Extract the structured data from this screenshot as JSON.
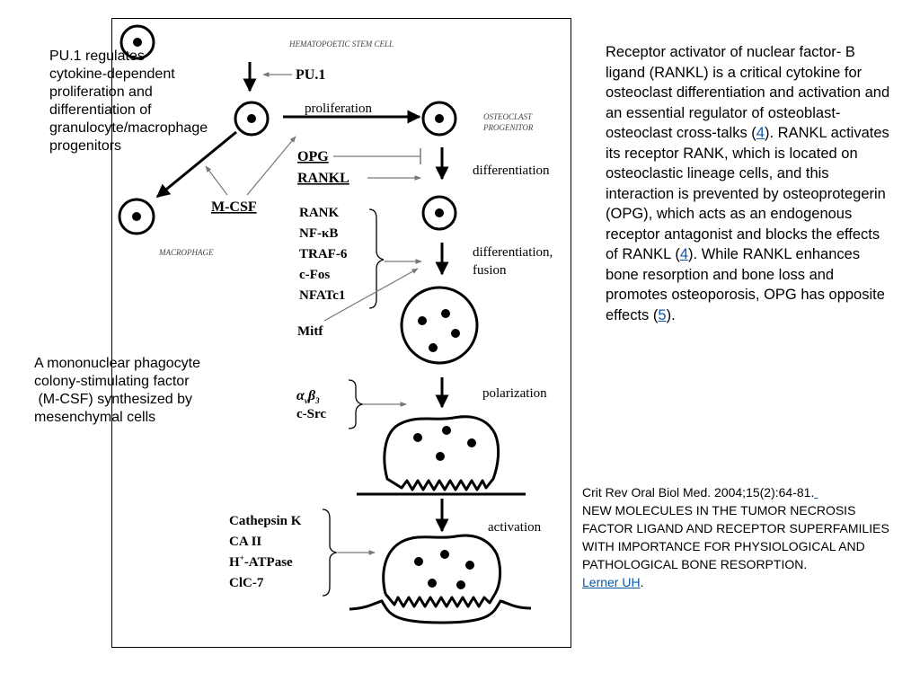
{
  "figure": {
    "cell_labels": {
      "stem_cell": "HEMATOPOETIC STEM CELL",
      "progenitor_line1": "OSTEOCLAST",
      "progenitor_line2": "PROGENITOR",
      "macrophage": "MACROPHAGE"
    },
    "factors": {
      "pu1": "PU.1",
      "opg": "OPG",
      "rankl": "RANKL",
      "mcsf": "M-CSF",
      "rank": "RANK",
      "nfkb": "NF-κB",
      "traf6": "TRAF-6",
      "cfos": "c-Fos",
      "nfatc1": "NFATc1",
      "mitf": "Mitf",
      "integrin_alpha": "α",
      "integrin_v": "v",
      "integrin_beta": "β",
      "integrin_3": "3",
      "csrc": "c-Src",
      "cathepsin": "Cathepsin K",
      "ca2": "CA II",
      "h_prefix": "H",
      "h_sup": "+",
      "h_suffix": "-ATPase",
      "clc7": "ClC-7"
    },
    "stages": {
      "proliferation": "proliferation",
      "differentiation": "differentiation",
      "differentiation_fusion_line1": "differentiation,",
      "differentiation_fusion_line2": "fusion",
      "polarization": "polarization",
      "activation": "activation"
    }
  },
  "notes": {
    "pu1_note": "PU.1 regulates\ncytokine-dependent\nproliferation and\ndifferentiation of\ngranulocyte/macrophage\nprogenitors",
    "mcsf_note": "A mononuclear phagocyte\ncolony-stimulating factor\n (M-CSF) synthesized by\nmesenchymal cells"
  },
  "description": {
    "p1": "Receptor activator of nuclear factor- B ligand (RANKL) is a critical cytokine for osteoclast differentiation and activation and an essential regulator of osteoblast-osteoclast cross-talks (",
    "ref1": "4",
    "p2": "). RANKL activates its receptor RANK, which is located on osteoclastic lineage cells, and this interaction is prevented by osteoprotegerin (OPG), which acts as an endogenous receptor antagonist and blocks the effects of RANKL (",
    "ref2": "4",
    "p3": "). While RANKL enhances bone resorption and bone loss and promotes osteoporosis, OPG has opposite effects (",
    "ref3": "5",
    "p4": ")."
  },
  "citation": {
    "journal": "Crit Rev Oral Biol Med. 2004;15(2):64-81.",
    "title": "NEW MOLECULES IN THE TUMOR NECROSIS FACTOR LIGAND AND RECEPTOR SUPERFAMILIES WITH IMPORTANCE FOR PHYSIOLOGICAL AND PATHOLOGICAL BONE RESORPTION.",
    "author": "Lerner UH",
    "end": "."
  },
  "colors": {
    "link": "#0a58a8",
    "arrow": "#000000",
    "thin_arrow": "#777777"
  }
}
